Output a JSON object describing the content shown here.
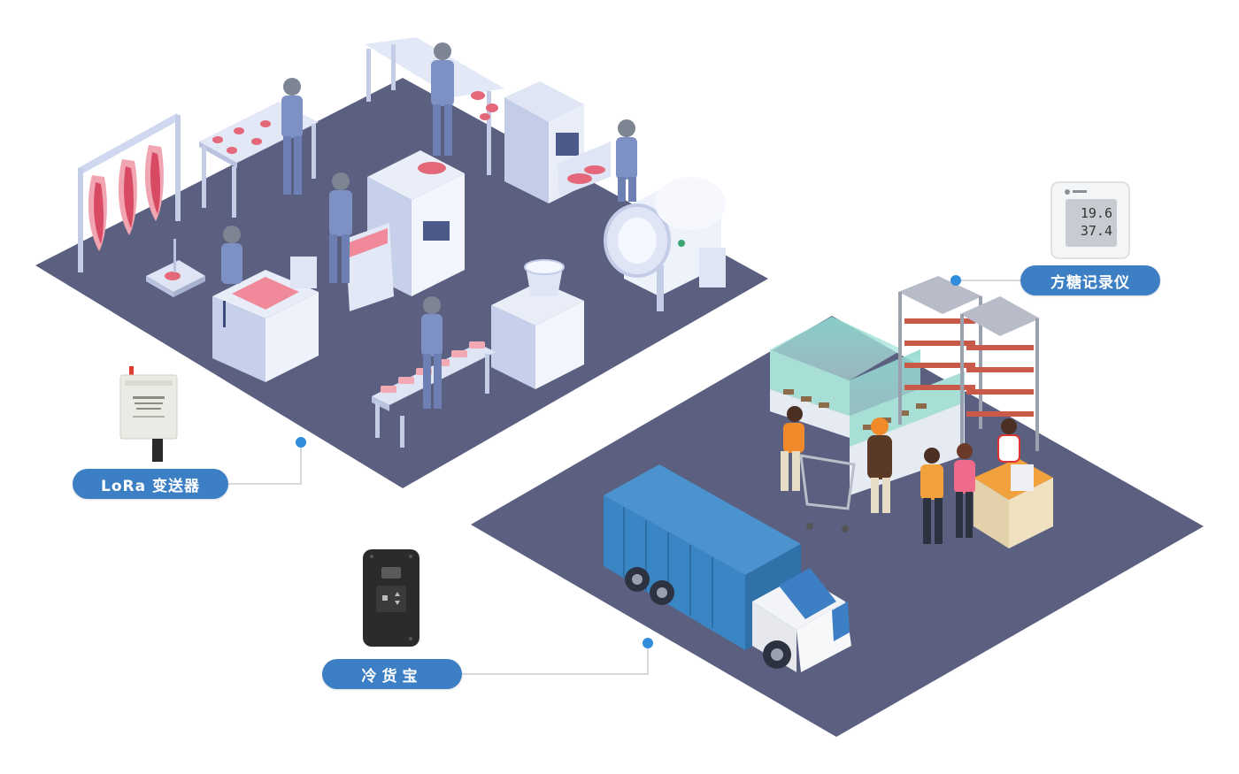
{
  "colors": {
    "floor": "#5b5f80",
    "pill": "#3d7fc4",
    "pill_text": "#ffffff",
    "connector_dot": "#2f8ddc",
    "connector_line": "#c8ccd4",
    "truck_body": "#3a86c4",
    "meat": "#e4677a"
  },
  "devices": {
    "lora": {
      "label": "LoRa 变送器",
      "icon": "lora-transmitter-icon"
    },
    "cold": {
      "label": "冷货宝",
      "icon": "cold-logger-icon"
    },
    "sugar": {
      "label": "方糖记录仪",
      "icon": "cube-recorder-icon",
      "reading_top": "19.6",
      "reading_bottom": "37.4"
    }
  }
}
